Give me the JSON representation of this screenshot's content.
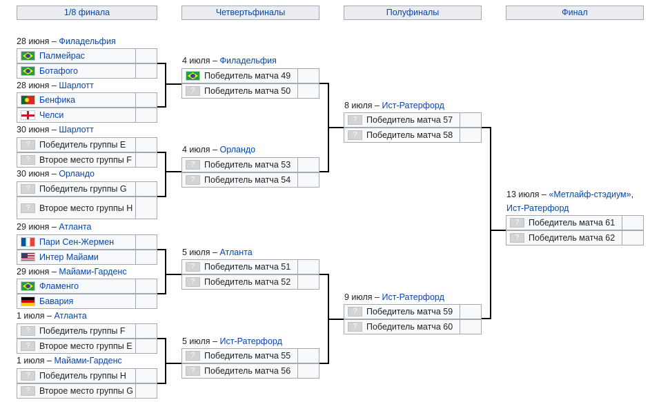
{
  "rounds": {
    "r16": "1/8 финала",
    "qf": "Четвертьфиналы",
    "sf": "Полуфиналы",
    "final": "Финал"
  },
  "r16": {
    "m1": {
      "date": "28 июня – ",
      "venue": "Филадельфия",
      "team1": "Палмейрас",
      "flag1": "brazil-flag-icon",
      "team2": "Ботафого",
      "flag2": "brazil-flag-icon"
    },
    "m2": {
      "date": "28 июня – ",
      "venue": "Шарлотт",
      "team1": "Бенфика",
      "flag1": "portugal-flag-icon",
      "team2": "Челси",
      "flag2": "england-flag-icon"
    },
    "m3": {
      "date": "30 июня – ",
      "venue": "Шарлотт",
      "team1": "Победитель группы E",
      "team2": "Второе место группы F"
    },
    "m4": {
      "date": "30 июня – ",
      "venue": "Орландо",
      "team1": "Победитель группы G",
      "team2": "Второе место группы H"
    },
    "m5": {
      "date": "29 июня – ",
      "venue": "Атланта",
      "team1": "Пари Сен-Жермен",
      "flag1": "france-flag-icon",
      "team2": "Интер Майами",
      "flag2": "usa-flag-icon"
    },
    "m6": {
      "date": "29 июня – ",
      "venue": "Майами-Гарденс",
      "team1": "Фламенго",
      "flag1": "brazil-flag-icon",
      "team2": "Бавария",
      "flag2": "germany-flag-icon"
    },
    "m7": {
      "date": "1 июля – ",
      "venue": "Атланта",
      "team1": "Победитель группы F",
      "team2": "Второе место группы E"
    },
    "m8": {
      "date": "1 июля – ",
      "venue": "Майами-Гарденс",
      "team1": "Победитель группы H",
      "team2": "Второе место группы G"
    }
  },
  "qf": {
    "m1": {
      "date": "4 июля – ",
      "venue": "Филадельфия",
      "team1": "Победитель матча 49",
      "flag1": "brazil-flag-icon",
      "team2": "Победитель матча 50"
    },
    "m2": {
      "date": "4 июля – ",
      "venue": "Орландо",
      "team1": "Победитель матча 53",
      "team2": "Победитель матча 54"
    },
    "m3": {
      "date": "5 июля – ",
      "venue": "Атланта",
      "team1": "Победитель матча 51",
      "team2": "Победитель матча 52"
    },
    "m4": {
      "date": "5 июля – ",
      "venue": "Ист-Ратерфорд",
      "team1": "Победитель матча 55",
      "team2": "Победитель матча 56"
    }
  },
  "sf": {
    "m1": {
      "date": "8 июля – ",
      "venue": "Ист-Ратерфорд",
      "team1": "Победитель матча 57",
      "team2": "Победитель матча 58"
    },
    "m2": {
      "date": "9 июля – ",
      "venue": "Ист-Ратерфорд",
      "team1": "Победитель матча 59",
      "team2": "Победитель матча 60"
    }
  },
  "final": {
    "date": "13 июля – ",
    "venue": "«Метлайф-стэдиум»",
    "sep": ",",
    "city": "Ист-Ратерфорд",
    "team1": "Победитель матча 61",
    "team2": "Победитель матча 62"
  },
  "placeholder_flag": "?",
  "colors": {
    "header_bg": "#eaecf0",
    "cell_bg": "#f8f9fa",
    "border": "#a2a9b1",
    "link": "#0645ad",
    "line": "#000000"
  }
}
